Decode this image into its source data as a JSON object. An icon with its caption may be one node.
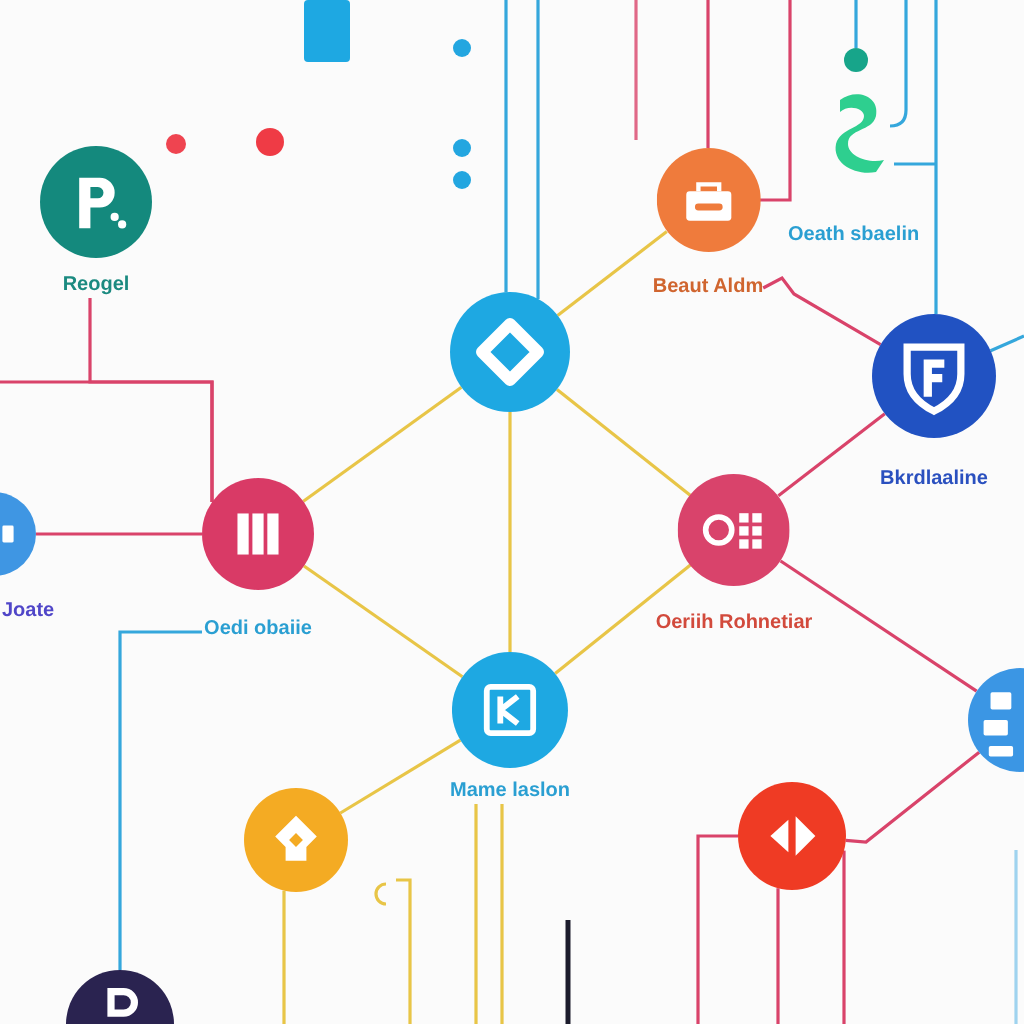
{
  "diagram": {
    "nodes": [
      {
        "text": [
          "Reogel"
        ]
      },
      {
        "text": [
          "Beaut Aldm"
        ]
      },
      {
        "text": [],
        "shape": "circle"
      },
      {
        "text": [
          "Bkrdlaaline"
        ]
      },
      {
        "text": [
          "Joate"
        ]
      },
      {
        "text": [
          "Oedi obaiie"
        ]
      },
      {
        "text": [
          "Oeriih Rohnetiar"
        ]
      },
      {
        "text": [
          "Mame laslon"
        ]
      },
      {
        "text": [],
        "shape": "circle"
      },
      {
        "text": [],
        "shape": "circle"
      },
      {
        "text": [],
        "shape": "circle"
      },
      {
        "text": [],
        "shape": "circle"
      }
    ],
    "edges": [
      {
        "from": 2,
        "to": 5,
        "arrow": "none",
        "color": "#e8c547"
      },
      {
        "from": 2,
        "to": 1,
        "arrow": "none",
        "color": "#e8c547"
      },
      {
        "from": 2,
        "to": 6,
        "arrow": "none",
        "color": "#e8c547"
      },
      {
        "from": 2,
        "to": 7,
        "arrow": "none",
        "color": "#e8c547"
      },
      {
        "from": 5,
        "to": 7,
        "arrow": "none",
        "color": "#e8c547"
      },
      {
        "from": 7,
        "to": 6,
        "arrow": "none",
        "color": "#e8c547"
      },
      {
        "from": 7,
        "to": 9,
        "arrow": "none",
        "color": "#e8c547"
      },
      {
        "from": 6,
        "to": 3,
        "arrow": "none"
      },
      {
        "from": 1,
        "to": 3,
        "arrow": "none"
      },
      {
        "from": 6,
        "to": 8,
        "arrow": "none"
      },
      {
        "from": 10,
        "to": 8,
        "arrow": "none"
      },
      {
        "from": 4,
        "to": 5,
        "arrow": "none"
      },
      {
        "from": 0,
        "to": 5,
        "arrow": "none"
      },
      {
        "from": null,
        "to": 5,
        "arrow": "none"
      },
      {
        "from": 5,
        "to": 11,
        "arrow": "none",
        "color": "#35a7dc"
      },
      {
        "from": null,
        "to": 2,
        "arrow": "none",
        "color": "#35a7dc"
      },
      {
        "from": null,
        "to": 2,
        "arrow": "none",
        "color": "#35a7dc"
      },
      {
        "from": null,
        "to": 1,
        "arrow": "none"
      },
      {
        "from": null,
        "to": 1,
        "arrow": "none"
      },
      {
        "from": null,
        "to": 3,
        "arrow": "none",
        "color": "#35a7dc"
      },
      {
        "from": 3,
        "to": null,
        "arrow": "none",
        "color": "#35a7dc"
      },
      {
        "from": 9,
        "to": null,
        "arrow": "none",
        "color": "#e8c547"
      },
      {
        "from": 7,
        "to": null,
        "arrow": "none",
        "color": "#e8c547"
      },
      {
        "from": 7,
        "to": null,
        "arrow": "none",
        "color": "#e8c547"
      },
      {
        "from": 10,
        "to": null,
        "arrow": "none"
      },
      {
        "from": 10,
        "to": null,
        "arrow": "none"
      },
      {
        "from": 10,
        "to": null,
        "arrow": "none"
      }
    ],
    "labels": [
      "Oeath sbaelin"
    ]
  }
}
